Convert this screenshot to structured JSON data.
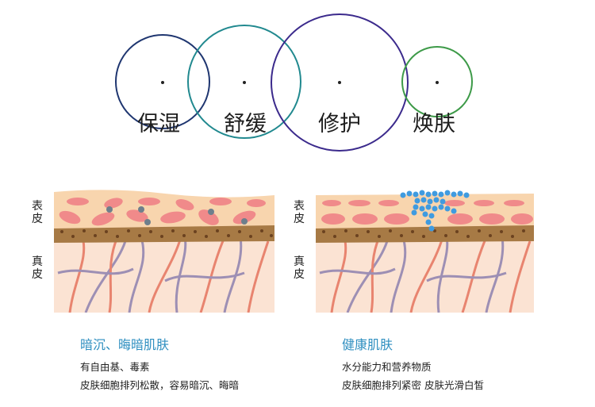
{
  "benefits": [
    {
      "label": "保湿",
      "color": "#1f3670"
    },
    {
      "label": "舒缓",
      "color": "#21898f"
    },
    {
      "label": "修护",
      "color": "#3b2a8c"
    },
    {
      "label": "焕肤",
      "color": "#3d9a48"
    }
  ],
  "layers": {
    "epidermis": "表皮",
    "dermis": "真皮"
  },
  "panels": [
    {
      "title": "暗沉、晦暗肌肤",
      "lines": [
        "有自由基、毒素",
        "皮肤细胞排列松散，容易暗沉、晦暗"
      ]
    },
    {
      "title": "健康肌肤",
      "lines": [
        "水分能力和营养物质",
        "皮肤细胞排列紧密 皮肤光滑白皙"
      ]
    }
  ],
  "colors": {
    "cell": "#f08a8a",
    "epidermis": "#f8d5ae",
    "dermis": "#fbe3d3",
    "fiber_red": "#e8846f",
    "fiber_purple": "#9d8fb4",
    "toxin": "#6e7f8c",
    "water": "#3f9be0",
    "caption_title": "#2f8fc0"
  }
}
